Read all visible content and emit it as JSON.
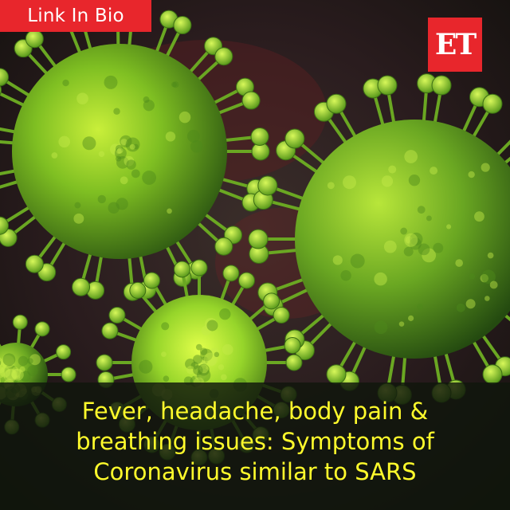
{
  "badge": {
    "label": "Link In Bio"
  },
  "logo": {
    "text": "ET"
  },
  "headline": {
    "lines": [
      "Fever, headache, body pain &",
      "breathing issues: Symptoms of",
      "Coronavirus similar to SARS"
    ]
  },
  "colors": {
    "accent_red": "#e8262c",
    "headline_yellow": "#fffb2c",
    "virus_green": "#8fd22a"
  }
}
